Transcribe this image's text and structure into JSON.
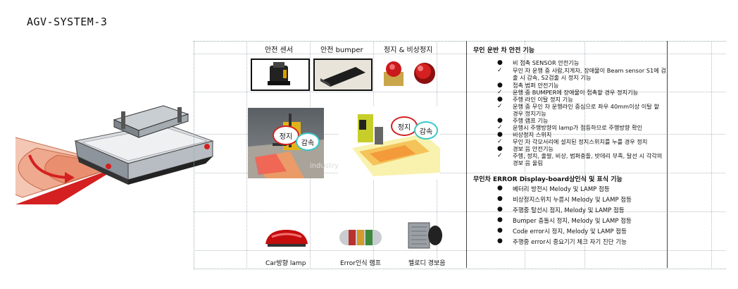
{
  "title": "AGV-SYSTEM-3",
  "headers": {
    "safety_sensor": "안전 센서",
    "safety_bumper": "안전 bumper",
    "stop_estop": "정지 & 비상정지"
  },
  "bubbles": {
    "stop": "정지",
    "slow": "감속"
  },
  "watermark": "industry",
  "safety_section": {
    "title": "무인 운반 차 안전 기능",
    "items": [
      {
        "bullet": "●",
        "text": "비 접촉 SENSOR 안전기능"
      },
      {
        "bullet": "✓",
        "text": "무인 차 운행 중 사람,지게차, 장애물이 Beam sensor S1에 검출 시 감속, S2검출 시 정지 기능"
      },
      {
        "bullet": "●",
        "text": "접촉 범퍼 안전기능"
      },
      {
        "bullet": "✓",
        "text": "운행 중 BUMPER에 장애물이 접촉할 경우 정지기능"
      },
      {
        "bullet": "●",
        "text": "주행 라인 이탈 정지 기능"
      },
      {
        "bullet": "✓",
        "text": "운행 중 무인 차 운행라인 중심으로 좌우 40mm이상 이탈 할 경우 정지기능"
      },
      {
        "bullet": "●",
        "text": "주행 램프 기능"
      },
      {
        "bullet": "✓",
        "text": "운행시 주행방향의 lamp가 점등하므로 주행방향 확인"
      },
      {
        "bullet": "●",
        "text": "비상정지 스위치"
      },
      {
        "bullet": "✓",
        "text": "무인 차 각모서리에 설치된 정지스위치를 누를 경우 정지"
      },
      {
        "bullet": "●",
        "text": "경보 음 안전기능"
      },
      {
        "bullet": "✓",
        "text": "주행, 정지, 출발, 비상, 범퍼충돌, 밧데리 부족, 탈선 시 각각의 경보 음 울림"
      }
    ]
  },
  "error_section": {
    "title": "무인차 ERROR Display-board상인식 및 표식 기능",
    "items": [
      {
        "bullet": "●",
        "text": "베터리 방전시 Melody 및 LAMP 점등"
      },
      {
        "bullet": "●",
        "text": "비상정지스위치 누름시 Melody 및 LAMP 점등"
      },
      {
        "bullet": "●",
        "text": "주행중 탈선시 정지,  Melody 및 LAMP 점등"
      },
      {
        "bullet": "●",
        "text": "Bumper 충돌시 정지, Melody 및 LAMP 점등"
      },
      {
        "bullet": "●",
        "text": "Code error시 정지, Melody 및 LAMP 점등"
      },
      {
        "bullet": "●",
        "text": "주행중 error시 중요기기 체크 자기 진단 기능"
      }
    ]
  },
  "captions": {
    "car_lamp": "Car방향 lamp",
    "error_lamp": "Error인식 램프",
    "melody": "멜로디 경보음"
  },
  "colors": {
    "accent_red": "#d42020",
    "agv_gray": "#9aa0a6"
  }
}
